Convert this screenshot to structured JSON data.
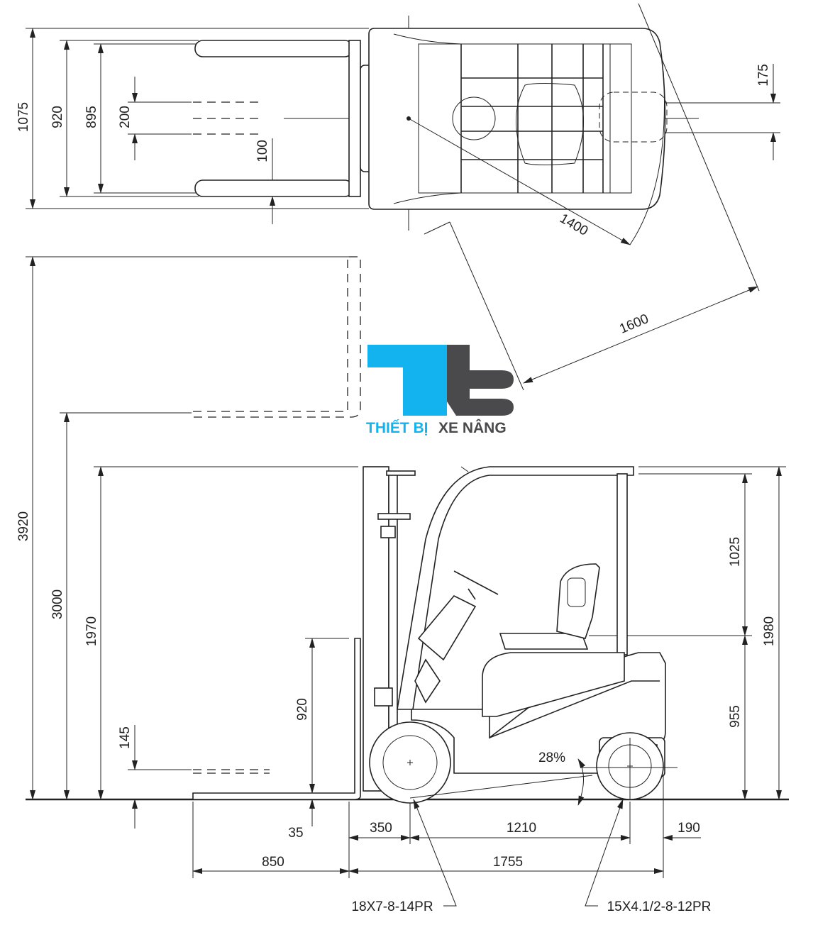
{
  "top_view": {
    "overall_width": "1075",
    "fork_outer_width": "920",
    "fork_inner_width": "895",
    "center_offset": "200",
    "fork_offset": "100",
    "rear_offset": "175",
    "turning_radius": "1400",
    "aisle_width": "1600"
  },
  "side_view": {
    "max_height_extended": "3920",
    "lift_height": "3000",
    "mast_lowered_height": "1970",
    "fork_height_marker": "145",
    "backrest_height": "920",
    "guard_to_seat": "1025",
    "seat_height": "955",
    "overhead_guard_height": "1980",
    "gradeability": "28%",
    "fork_thickness": "35",
    "front_overhang": "350",
    "wheelbase": "1210",
    "rear_overhang": "190",
    "fork_length": "850",
    "length_to_fork_face": "1755",
    "front_tyre": "18X7-8-14PR",
    "rear_tyre": "15X4.1/2-8-12PR"
  },
  "logo": {
    "text_part1": "THIẾT BỊ",
    "text_part2": "XE NÂNG",
    "color_primary": "#12b3ef",
    "color_secondary": "#4a4a4c"
  }
}
